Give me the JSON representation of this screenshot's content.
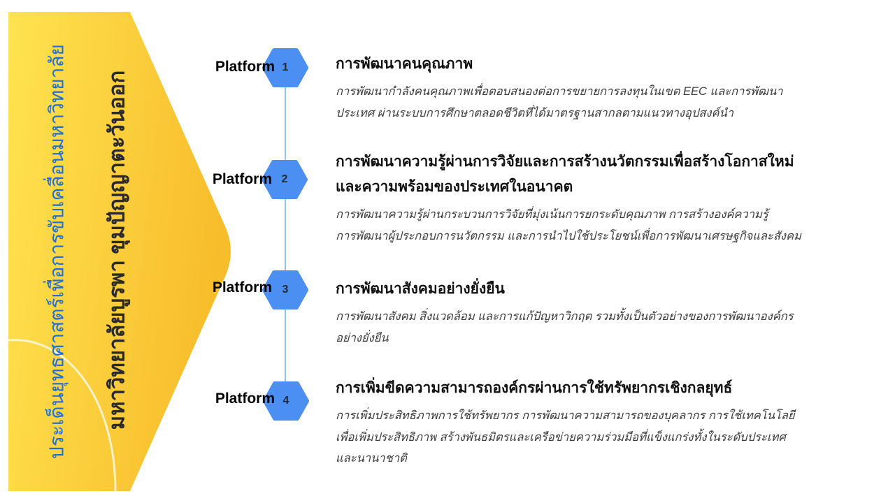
{
  "colors": {
    "banner_yellow_light": "#FFE350",
    "banner_yellow_dark": "#F8BD2B",
    "subtitle_blue": "#1F6FD8",
    "title_dark": "#2A2A2A",
    "hexagon_blue": "#4C8FF2",
    "timeline_blue": "#93C3F2"
  },
  "banner": {
    "subtitle": "ประเด็นยุทธศาสตร์เพื่อการขับเคลื่อนมหาวิทยาลัย",
    "title": "มหาวิทยาลัยบูรพา ขุมปัญญาตะวันออก"
  },
  "platforms": [
    {
      "label": "Platform",
      "number": "1",
      "title_lines": [
        "การพัฒนาคนคุณภาพ"
      ],
      "description_lines": [
        "การพัฒนากำลังคนคุณภาพเพื่อตอบสนองต่อการขยายการลงทุนในเขต EEC และการพัฒนา",
        "ประเทศ ผ่านระบบการศึกษาตลอดชีวิตที่ได้มาตรฐานสากลตามแนวทางอุปสงค์นำ"
      ]
    },
    {
      "label": "Platform",
      "number": "2",
      "title_lines": [
        "การพัฒนาความรู้ผ่านการวิจัยและการสร้างนวัตกรรมเพื่อสร้างโอกาสใหม่",
        "และความพร้อมของประเทศในอนาคต"
      ],
      "description_lines": [
        "การพัฒนาความรู้ผ่านกระบวนการวิจัยที่มุ่งเน้นการยกระดับคุณภาพ การสร้างองค์ความรู้",
        "การพัฒนาผู้ประกอบการนวัตกรรม และการนำไปใช้ประโยชน์เพื่อการพัฒนาเศรษฐกิจและสังคม"
      ]
    },
    {
      "label": "Platform",
      "number": "3",
      "title_lines": [
        "การพัฒนาสังคมอย่างยั่งยืน"
      ],
      "description_lines": [
        "การพัฒนาสังคม สิ่งแวดล้อม และการแก้ปัญหาวิกฤต รวมทั้งเป็นตัวอย่างของการพัฒนาองค์กร",
        "อย่างยั่งยืน"
      ]
    },
    {
      "label": "Platform",
      "number": "4",
      "title_lines": [
        "การเพิ่มขีดความสามารถองค์กรผ่านการใช้ทรัพยากรเชิงกลยุทธ์"
      ],
      "description_lines": [
        "การเพิ่มประสิทธิภาพการใช้ทรัพยากร การพัฒนาความสามารถของบุคลากร การใช้เทคโนโลยี",
        "เพื่อเพิ่มประสิทธิภาพ สร้างพันธมิตรและเครือข่ายความร่วมมือที่แข็งแกร่งทั้งในระดับประเทศ",
        "และนานาชาติ"
      ]
    }
  ]
}
